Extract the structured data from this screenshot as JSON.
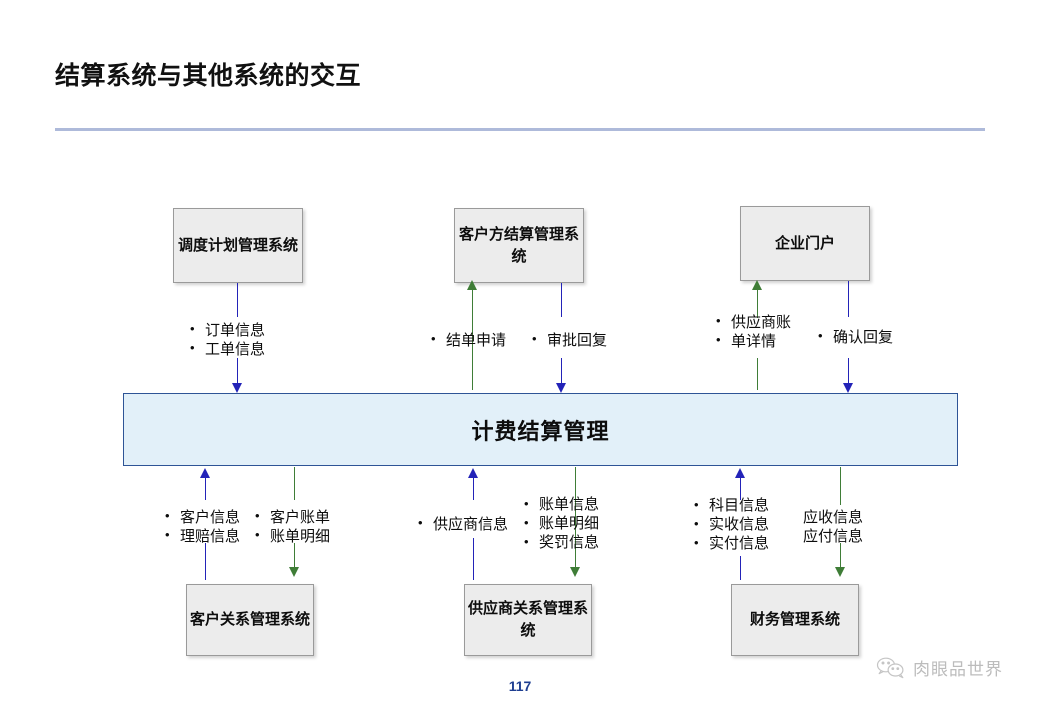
{
  "slide": {
    "title": "结算系统与其他系统的交互",
    "page_number": "117",
    "watermark_text": "肉眼品世界",
    "watermark_icon": "wechat-icon",
    "accent_color": "#aebada",
    "center_fill": "#e2f0f9",
    "center_border": "#2e5496",
    "node_fill": "#ececec",
    "node_border": "#9a9a9a",
    "flow_up_color": "#2323b8",
    "flow_down_color": "#3f7d37",
    "page_number_color": "#1f3f91"
  },
  "center": {
    "label": "计费结算管理"
  },
  "top_nodes": [
    {
      "id": "dispatch-plan",
      "label": "调度计划管理系统"
    },
    {
      "id": "customer-settlement",
      "label": "客户方结算管理系统"
    },
    {
      "id": "enterprise-portal",
      "label": "企业门户"
    }
  ],
  "bottom_nodes": [
    {
      "id": "crm",
      "label": "客户关系管理系统"
    },
    {
      "id": "srm",
      "label": "供应商关系管理系统"
    },
    {
      "id": "finance",
      "label": "财务管理系统"
    }
  ],
  "top_flows": [
    {
      "id": "dispatch-down",
      "direction": "down",
      "color": "#2323b8",
      "items": [
        "订单信息",
        "工单信息"
      ]
    },
    {
      "id": "settlement-up",
      "direction": "up",
      "color": "#3f7d37",
      "items": [
        "结单申请"
      ]
    },
    {
      "id": "settlement-down",
      "direction": "down",
      "color": "#2323b8",
      "items": [
        "审批回复"
      ]
    },
    {
      "id": "portal-up",
      "direction": "up",
      "color": "#3f7d37",
      "items": [
        "供应商账",
        "单详情"
      ]
    },
    {
      "id": "portal-down",
      "direction": "down",
      "color": "#2323b8",
      "items": [
        "确认回复"
      ]
    }
  ],
  "bottom_flows": [
    {
      "id": "crm-up",
      "direction": "up",
      "color": "#2323b8",
      "items": [
        "客户信息",
        "理赔信息"
      ]
    },
    {
      "id": "crm-down",
      "direction": "down",
      "color": "#3f7d37",
      "items": [
        "客户账单",
        "账单明细"
      ]
    },
    {
      "id": "srm-up",
      "direction": "up",
      "color": "#2323b8",
      "items": [
        "供应商信息"
      ]
    },
    {
      "id": "srm-down",
      "direction": "down",
      "color": "#3f7d37",
      "items": [
        "账单信息",
        "账单明细",
        "奖罚信息"
      ]
    },
    {
      "id": "finance-up",
      "direction": "up",
      "color": "#2323b8",
      "items": [
        "科目信息",
        "实收信息",
        "实付信息"
      ]
    },
    {
      "id": "finance-down",
      "direction": "down",
      "color": "#3f7d37",
      "items": [
        "应收信息",
        "应付信息"
      ]
    }
  ]
}
